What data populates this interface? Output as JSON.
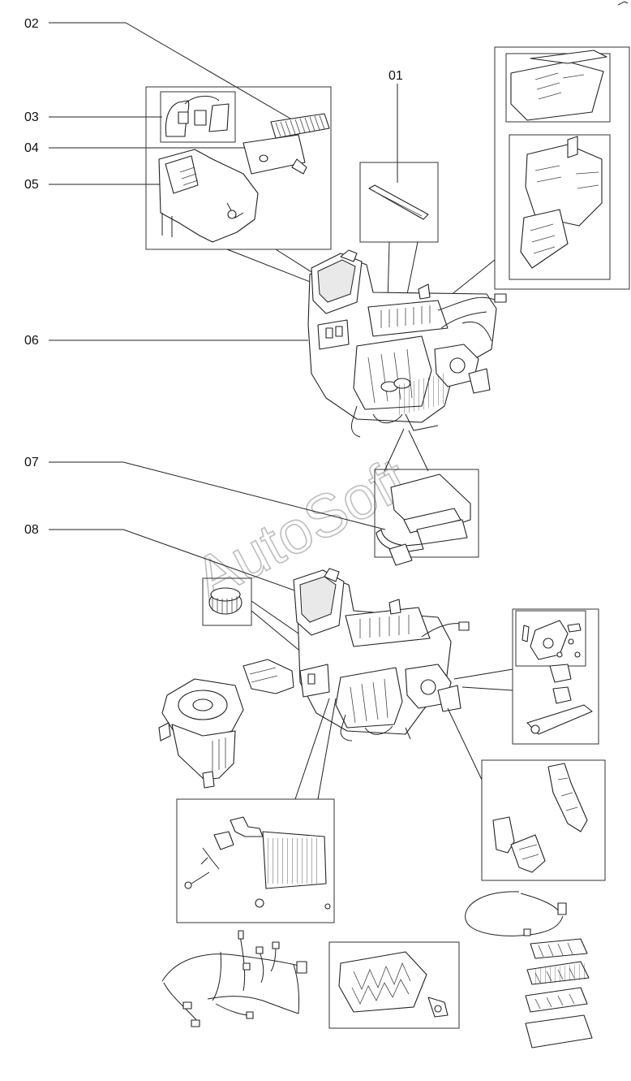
{
  "callouts": [
    {
      "id": "01",
      "label": "01"
    },
    {
      "id": "02",
      "label": "02"
    },
    {
      "id": "03",
      "label": "03"
    },
    {
      "id": "04",
      "label": "04"
    },
    {
      "id": "05",
      "label": "05"
    },
    {
      "id": "06",
      "label": "06"
    },
    {
      "id": "07",
      "label": "07"
    },
    {
      "id": "08",
      "label": "08"
    }
  ],
  "watermark": "AutoSoft"
}
